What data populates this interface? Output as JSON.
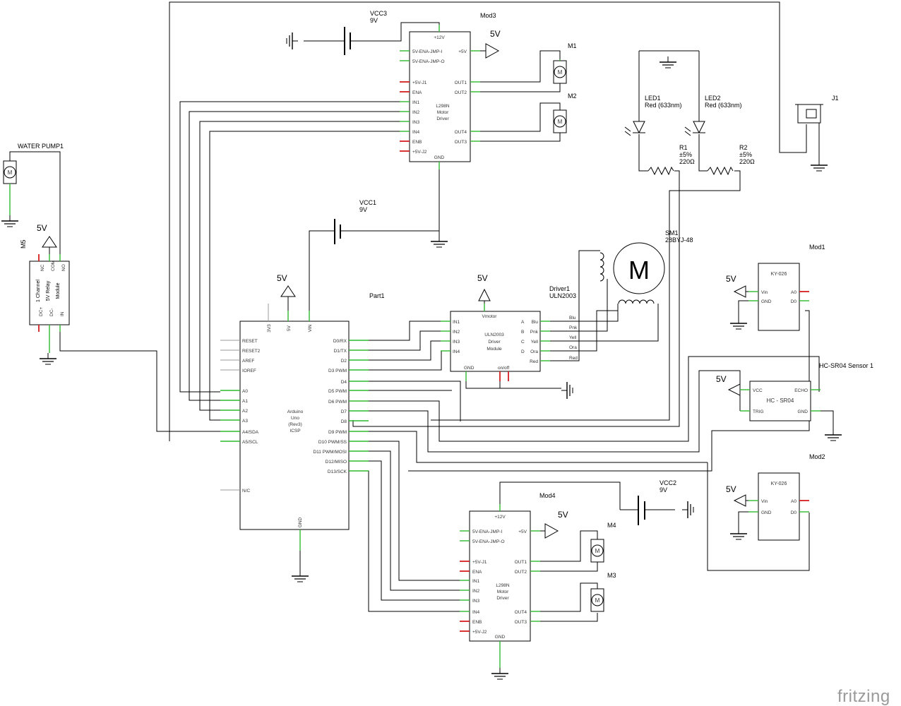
{
  "branding": {
    "logo_text": "fritzing"
  },
  "labels": {
    "mod3": "Mod3",
    "mod4": "Mod4",
    "mod1": "Mod1",
    "mod2": "Mod2",
    "m5": "M5",
    "vcc3": "VCC3",
    "vcc1": "VCC1",
    "vcc2": "VCC2",
    "nine_v": "9V",
    "five_v": "5V",
    "part1": "Part1",
    "driver1": "Driver1",
    "uln2003": "ULN2003",
    "sm1": "SM1",
    "sm1_model": "28BYJ-48",
    "j1": "J1",
    "m1": "M1",
    "m2": "M2",
    "m3": "M3",
    "m4": "M4",
    "motor_m": "M",
    "water_pump": "WATER PUMP1",
    "led1": "LED1",
    "led2": "LED2",
    "led_color": "Red (633nm)",
    "r1": "R1",
    "r2": "R2",
    "tolerance": "±5%",
    "resistance": "220Ω",
    "hcsr04_title": "HC-SR04 Sensor 1",
    "hcsr04_chip": "HC - SR04",
    "ky026": "KY-026"
  },
  "arduino": {
    "title": [
      "Arduino",
      "Uno",
      "(Rev3)",
      "ICSP"
    ],
    "top_pins": [
      "3V3",
      "5V",
      "VIN"
    ],
    "left_pins": [
      "RESET",
      "RESET2",
      "AREF",
      "IOREF",
      "A0",
      "A1",
      "A2",
      "A3",
      "A4/SDA",
      "A5/SCL",
      "N/C"
    ],
    "right_pins": [
      "D0/RX",
      "D1/TX",
      "D2",
      "D3 PWM",
      "D4",
      "D5 PWM",
      "D6 PWM",
      "D7",
      "D8",
      "D9 PWM",
      "D10 PWM/SS",
      "D11 PWM/MOSI",
      "D12/MISO",
      "D13/SCK"
    ],
    "bottom_pin": "GND"
  },
  "l298n": {
    "title": [
      "L298N",
      "Motor",
      "Driver"
    ],
    "top_pin": "+12V",
    "left_pins": [
      "5V-ENA-JMP-I",
      "5V-ENA-JMP-O",
      "+5V-J1",
      "ENA",
      "IN1",
      "IN2",
      "IN3",
      "IN4",
      "ENB",
      "+5V-J2"
    ],
    "right_pins": [
      "+5V",
      "OUT1",
      "OUT2",
      "OUT4",
      "OUT3"
    ],
    "bottom_pin": "GND"
  },
  "uln2003_module": {
    "title": [
      "ULN2003",
      "Driver",
      "Module"
    ],
    "top_pin": "Vmotor",
    "left_pins": [
      "IN1",
      "IN2",
      "IN3",
      "IN4"
    ],
    "right_letters": [
      "A",
      "B",
      "C",
      "D",
      ""
    ],
    "right_pins": [
      "Blu",
      "Pnk",
      "Yell",
      "Ora",
      "Red"
    ],
    "bottom_pins": [
      "GND",
      "on/off"
    ]
  },
  "stepper_wires": [
    "Blu",
    "Pnk",
    "Yell",
    "Ora",
    "Red"
  ],
  "relay": {
    "title": [
      "1 Channel",
      "5V Relay",
      "Module"
    ],
    "top_pins": [
      "NC",
      "COM",
      "NO"
    ],
    "bottom_pins": [
      "DC+",
      "DC-",
      "IN"
    ]
  },
  "hcsr04": {
    "left_pins": [
      "VCC",
      "TRIG"
    ],
    "right_pins": [
      "ECHO",
      "GND"
    ]
  },
  "ky026_pins": {
    "left": [
      "Vin",
      "GND"
    ],
    "right": [
      "A0",
      "D0"
    ]
  }
}
